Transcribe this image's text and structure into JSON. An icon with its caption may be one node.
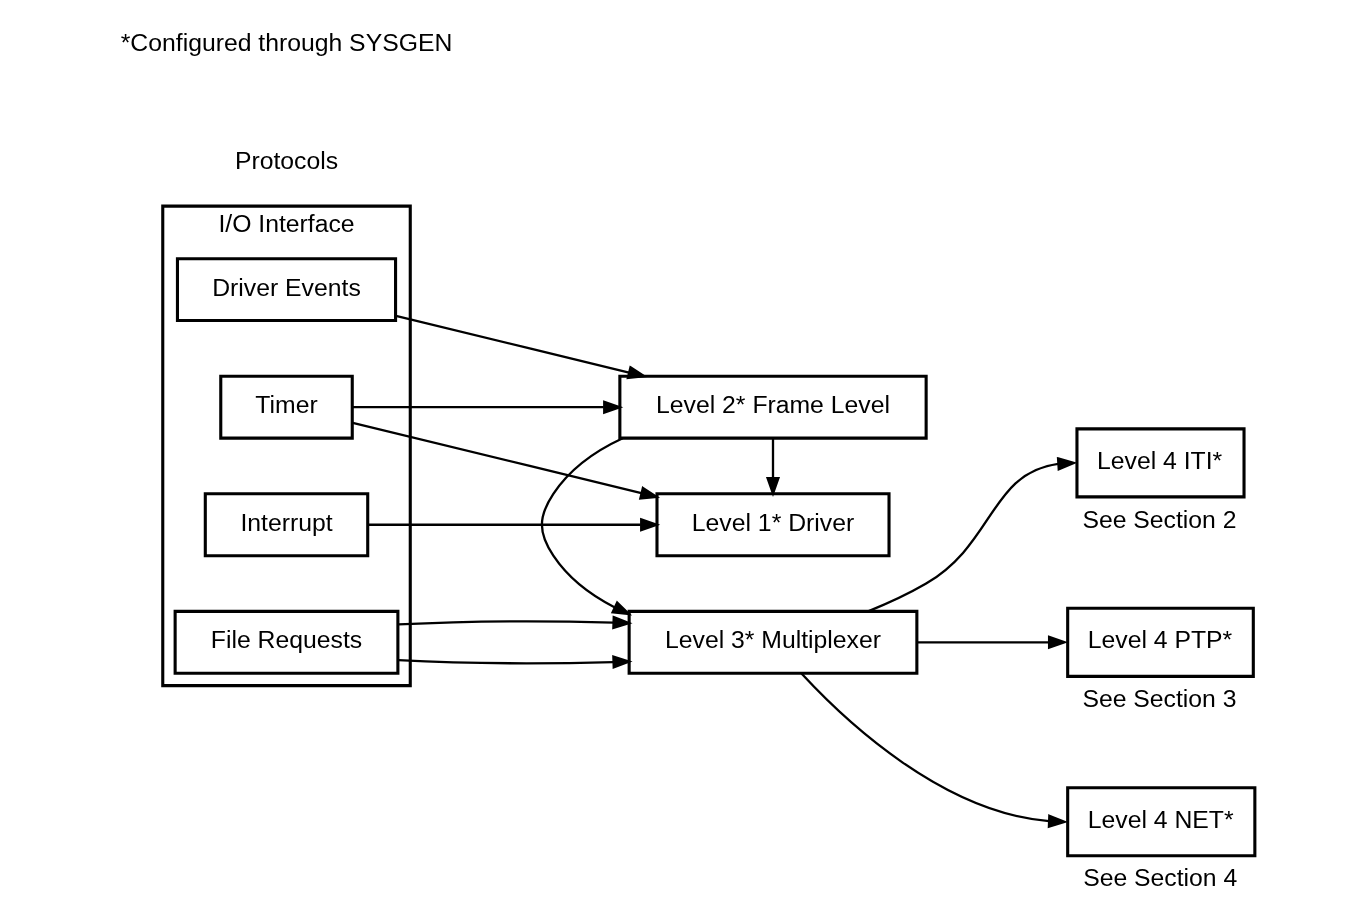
{
  "diagram": {
    "nodes": [
      {
        "text": [
          "I/O Interface"
        ]
      },
      {
        "text": [
          "Interrupt"
        ],
        "in": 0
      },
      {
        "text": [
          "Timer"
        ],
        "in": 0
      },
      {
        "text": [
          "Driver Events"
        ],
        "in": 0
      },
      {
        "text": [
          "File Requests"
        ],
        "in": 0
      },
      {
        "text": [
          "Level 1* Driver"
        ]
      },
      {
        "text": [
          "Level 2* Frame Level"
        ]
      },
      {
        "text": [
          "Level 3* Multiplexer"
        ]
      },
      {
        "text": [
          "Level 4 ITI*"
        ],
        "beside": [
          "See Section 2"
        ]
      },
      {
        "text": [
          "Level 4 PTP*"
        ],
        "beside": [
          "See Section 3"
        ]
      },
      {
        "text": [
          "Level 4 NET*"
        ],
        "beside": [
          "See Section 4"
        ]
      }
    ],
    "edges": [
      {
        "from": 1,
        "to": 5,
        "arrow": "to"
      },
      {
        "from": 2,
        "to": 5,
        "arrow": "to"
      },
      {
        "from": 2,
        "to": 6,
        "arrow": "to"
      },
      {
        "from": 3,
        "to": 6,
        "arrow": "to"
      },
      {
        "from": 4,
        "to": 7,
        "arrow": "to"
      },
      {
        "from": 4,
        "to": 7,
        "arrow": "to"
      },
      {
        "from": 6,
        "to": 5,
        "arrow": "to"
      },
      {
        "from": 6,
        "to": 7,
        "arrow": "to"
      },
      {
        "from": 7,
        "to": 8,
        "arrow": "to"
      },
      {
        "from": 7,
        "to": 9,
        "arrow": "to"
      },
      {
        "from": 7,
        "to": 10,
        "arrow": "to"
      }
    ],
    "labels": [
      "Protocols",
      "*Configured through SYSGEN"
    ]
  }
}
